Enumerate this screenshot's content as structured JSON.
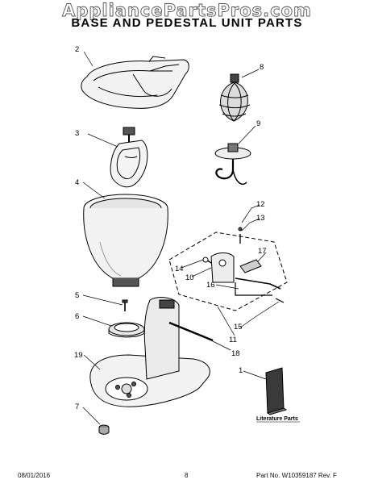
{
  "watermark": "AppliancePartsPros.com",
  "title": "BASE AND PEDESTAL UNIT PARTS",
  "callouts": {
    "c1": "1",
    "c2": "2",
    "c3": "3",
    "c4": "4",
    "c5": "5",
    "c6": "6",
    "c7": "7",
    "c8": "8",
    "c9": "9",
    "c10": "10",
    "c11": "11",
    "c12": "12",
    "c13": "13",
    "c14": "14",
    "c15": "15",
    "c16": "16",
    "c17": "17",
    "c18": "18",
    "c19": "19"
  },
  "literature_label": "Literature Parts",
  "footer": {
    "date": "08/01/2016",
    "page": "8",
    "part": "Part No. W10359187  Rev. F"
  }
}
